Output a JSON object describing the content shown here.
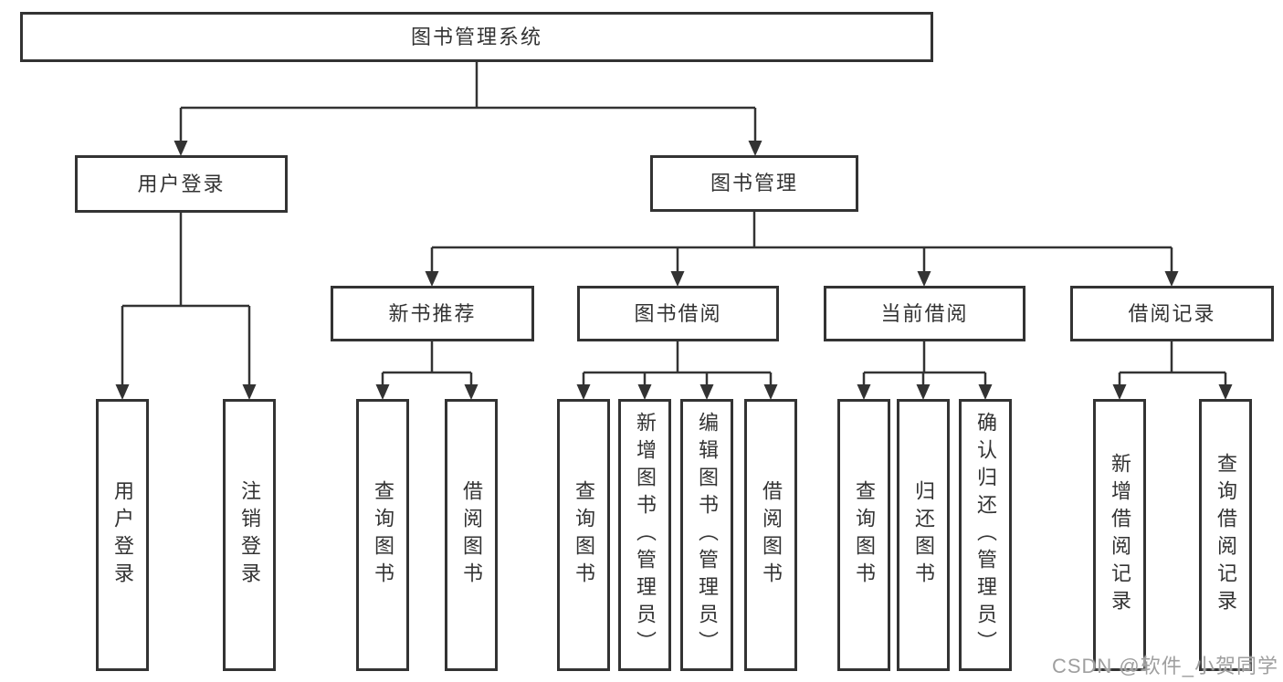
{
  "tree": {
    "label": "图书管理系统",
    "children": [
      {
        "label": "用户登录",
        "children": [
          {
            "label": "用户登录"
          },
          {
            "label": "注销登录"
          }
        ]
      },
      {
        "label": "图书管理",
        "children": [
          {
            "label": "新书推荐",
            "children": [
              {
                "label": "查询图书"
              },
              {
                "label": "借阅图书"
              }
            ]
          },
          {
            "label": "图书借阅",
            "children": [
              {
                "label": "查询图书"
              },
              {
                "label": "新增图书（管理员）"
              },
              {
                "label": "编辑图书（管理员）"
              },
              {
                "label": "借阅图书"
              }
            ]
          },
          {
            "label": "当前借阅",
            "children": [
              {
                "label": "查询图书"
              },
              {
                "label": "归还图书"
              },
              {
                "label": "确认归还（管理员）"
              }
            ]
          },
          {
            "label": "借阅记录",
            "children": [
              {
                "label": "新增借阅记录"
              },
              {
                "label": "查询借阅记录"
              }
            ]
          }
        ]
      }
    ]
  },
  "watermark": {
    "text": "CSDN @软件_小贺同学"
  },
  "colors": {
    "line": "#333333",
    "box_border": "#333333",
    "background": "#ffffff",
    "watermark": "#9f9f9f"
  }
}
